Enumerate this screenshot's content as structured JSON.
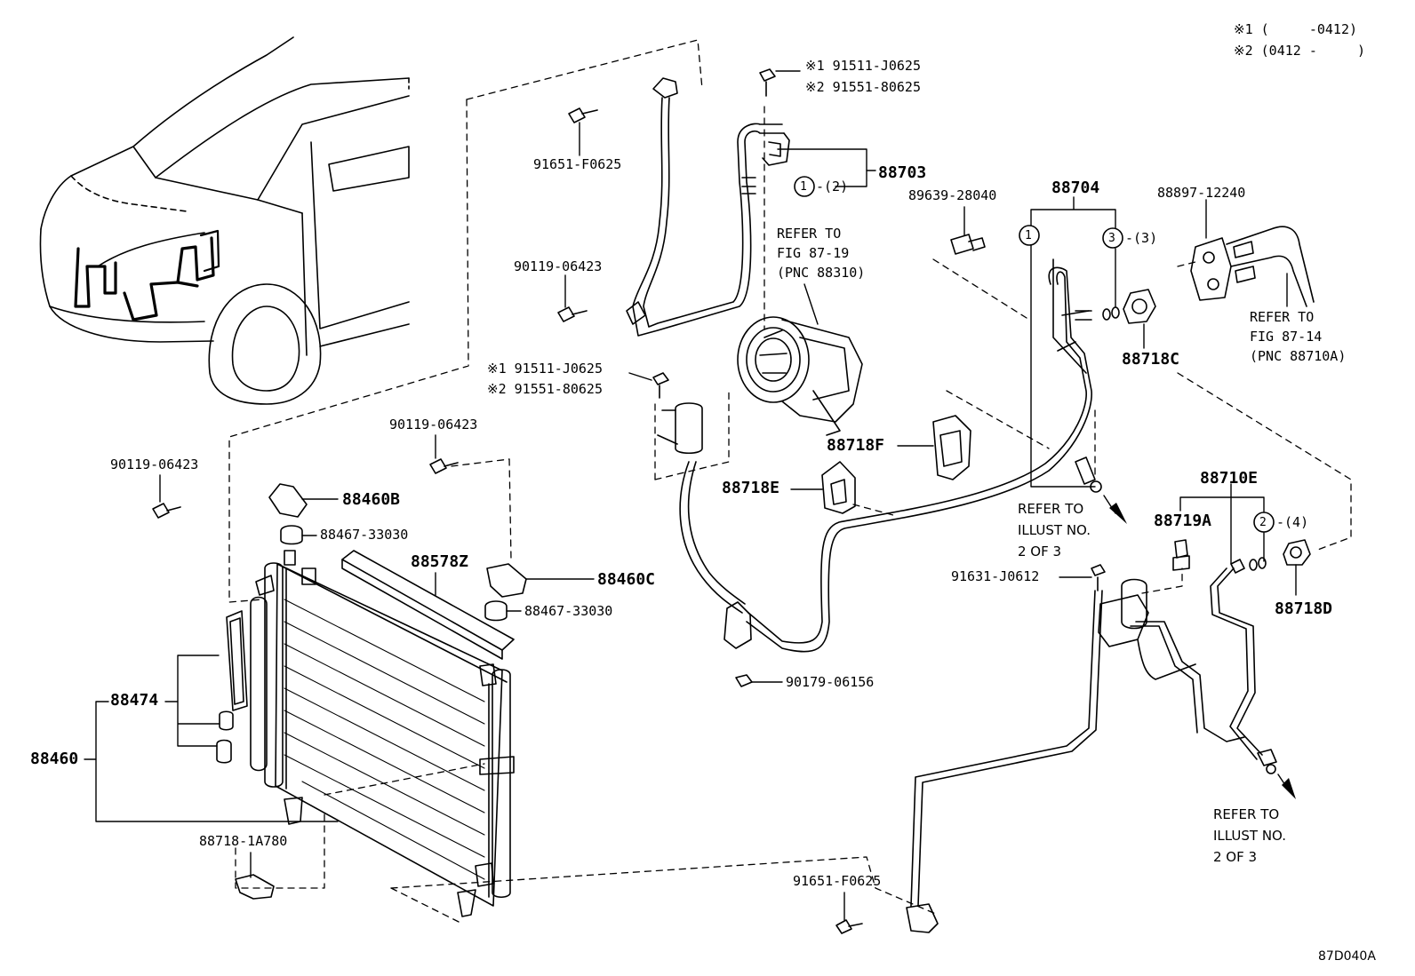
{
  "notes": {
    "note1": "※1 (     -0412)",
    "note2": "※2 (0412 -     )"
  },
  "figure_code": "87D040A",
  "callouts": {
    "c1_bolt_j0625_top_1": "※1 91511-J0625",
    "c1_bolt_j0625_top_2": "※2 91551-80625",
    "c_91651_top": "91651-F0625",
    "c_88703": "88703",
    "c_88703_qty": "-(2)",
    "c_circ1_a": "1",
    "c_89639": "89639-28040",
    "c_88704": "88704",
    "c_circ1_b": "1",
    "c_circ3": "3",
    "c_circ3_qty": "-(3)",
    "c_88897": "88897-12240",
    "refer_fig_87_19_1": "REFER TO",
    "refer_fig_87_19_2": "FIG 87-19",
    "refer_fig_87_19_3": "(PNC 88310)",
    "refer_fig_87_14_1": "REFER TO",
    "refer_fig_87_14_2": "FIG 87-14",
    "refer_fig_87_14_3": "(PNC 88710A)",
    "c_88718c": "88718C",
    "c_90119_mid": "90119-06423",
    "c1_bolt_j0625_mid_1": "※1 91511-J0625",
    "c1_bolt_j0625_mid_2": "※2 91551-80625",
    "c_90119_b": "90119-06423",
    "c_90119_a": "90119-06423",
    "c_88460b": "88460B",
    "c_88467_a": "88467-33030",
    "c_88578z": "88578Z",
    "c_88460c": "88460C",
    "c_88467_b": "88467-33030",
    "c_88474": "88474",
    "c_88460": "88460",
    "c_88718_1a780": "88718-1A780",
    "c_88718f": "88718F",
    "c_88718e": "88718E",
    "refer_illust_a_1": "REFER TO",
    "refer_illust_a_2": "ILLUST NO.",
    "refer_illust_a_3": "2 OF 3",
    "c_88710e": "88710E",
    "c_88719a": "88719A",
    "c_circ2": "2",
    "c_circ2_qty": "-(4)",
    "c_91631": "91631-J0612",
    "c_88718d": "88718D",
    "c_90179": "90179-06156",
    "refer_illust_b_1": "REFER TO",
    "refer_illust_b_2": "ILLUST NO.",
    "refer_illust_b_3": "2 OF 3",
    "c_91651_bottom": "91651-F0625"
  }
}
